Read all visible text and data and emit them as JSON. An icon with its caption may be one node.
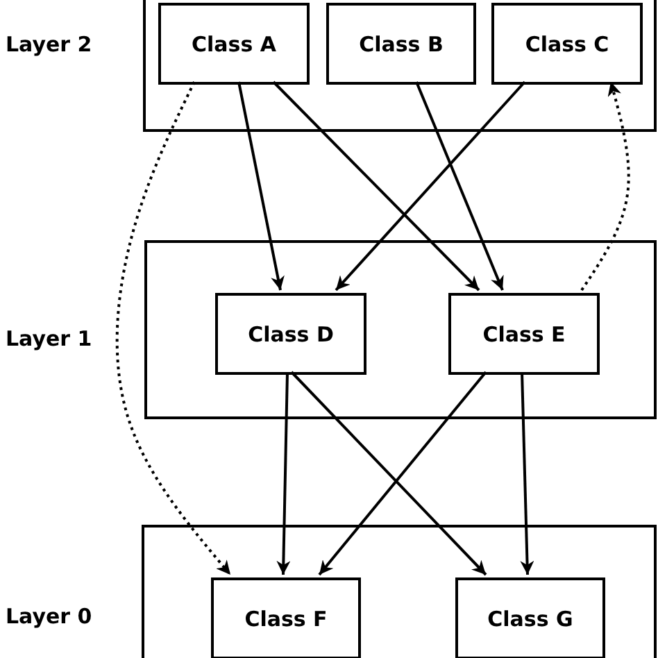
{
  "diagram": {
    "nodes": [
      {
        "text": [
          "Layer 2"
        ]
      },
      {
        "text": [
          "Class A"
        ],
        "in": 0
      },
      {
        "text": [
          "Class B"
        ],
        "in": 0
      },
      {
        "text": [
          "Class C"
        ],
        "in": 0
      },
      {
        "text": [
          "Layer 1"
        ]
      },
      {
        "text": [
          "Class D"
        ],
        "in": 4
      },
      {
        "text": [
          "Class E"
        ],
        "in": 4
      },
      {
        "text": [
          "Layer 0"
        ]
      },
      {
        "text": [
          "Class F"
        ],
        "in": 7
      },
      {
        "text": [
          "Class G"
        ],
        "in": 7
      }
    ],
    "edges": [
      {
        "from": 1,
        "to": 5,
        "arrow": "to"
      },
      {
        "from": 1,
        "to": 6,
        "arrow": "to"
      },
      {
        "from": 2,
        "to": 6,
        "arrow": "to"
      },
      {
        "from": 3,
        "to": 5,
        "arrow": "to"
      },
      {
        "from": 1,
        "to": 8,
        "arrow": "to",
        "style": "dashed"
      },
      {
        "from": 6,
        "to": 3,
        "arrow": "to",
        "style": "dashed"
      },
      {
        "from": 5,
        "to": 8,
        "arrow": "to"
      },
      {
        "from": 5,
        "to": 9,
        "arrow": "to"
      },
      {
        "from": 6,
        "to": 8,
        "arrow": "to"
      },
      {
        "from": 6,
        "to": 9,
        "arrow": "to"
      }
    ]
  }
}
